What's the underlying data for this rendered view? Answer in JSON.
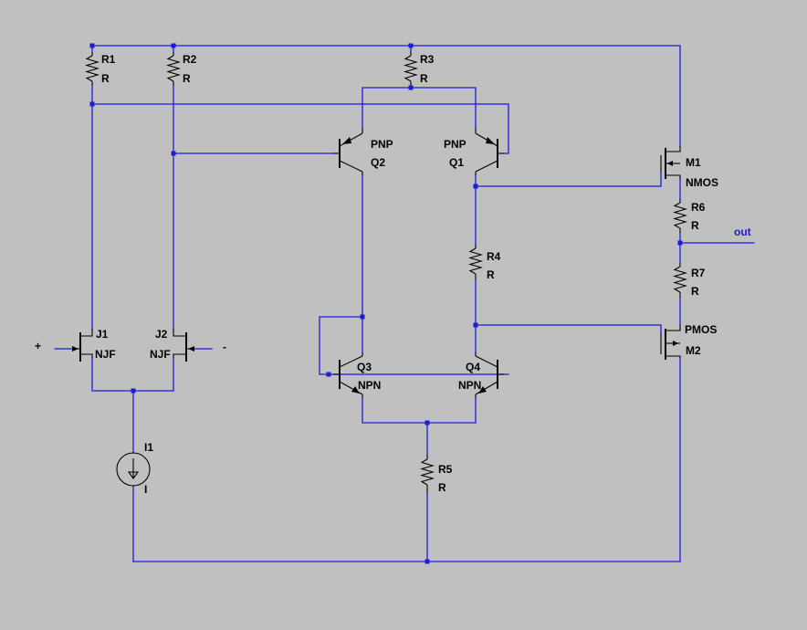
{
  "schematic": {
    "components": [
      {
        "designator": "R1",
        "value": "R"
      },
      {
        "designator": "R2",
        "value": "R"
      },
      {
        "designator": "R3",
        "value": "R"
      },
      {
        "designator": "Q2",
        "model": "PNP"
      },
      {
        "designator": "Q1",
        "model": "PNP"
      },
      {
        "designator": "M1",
        "model": "NMOS"
      },
      {
        "designator": "R6",
        "value": "R"
      },
      {
        "designator": "R4",
        "value": "R"
      },
      {
        "designator": "R7",
        "value": "R"
      },
      {
        "designator": "M2",
        "model": "PMOS"
      },
      {
        "designator": "J1",
        "model": "NJF"
      },
      {
        "designator": "J2",
        "model": "NJF"
      },
      {
        "designator": "Q3",
        "model": "NPN"
      },
      {
        "designator": "Q4",
        "model": "NPN"
      },
      {
        "designator": "I1",
        "value": "I"
      },
      {
        "designator": "R5",
        "value": "R"
      }
    ],
    "net_labels": {
      "out": "out",
      "plus": "+",
      "minus": "-"
    },
    "colors": {
      "background": "#c0c0c0",
      "wire": "#1c1cd6",
      "component": "#000000"
    }
  }
}
